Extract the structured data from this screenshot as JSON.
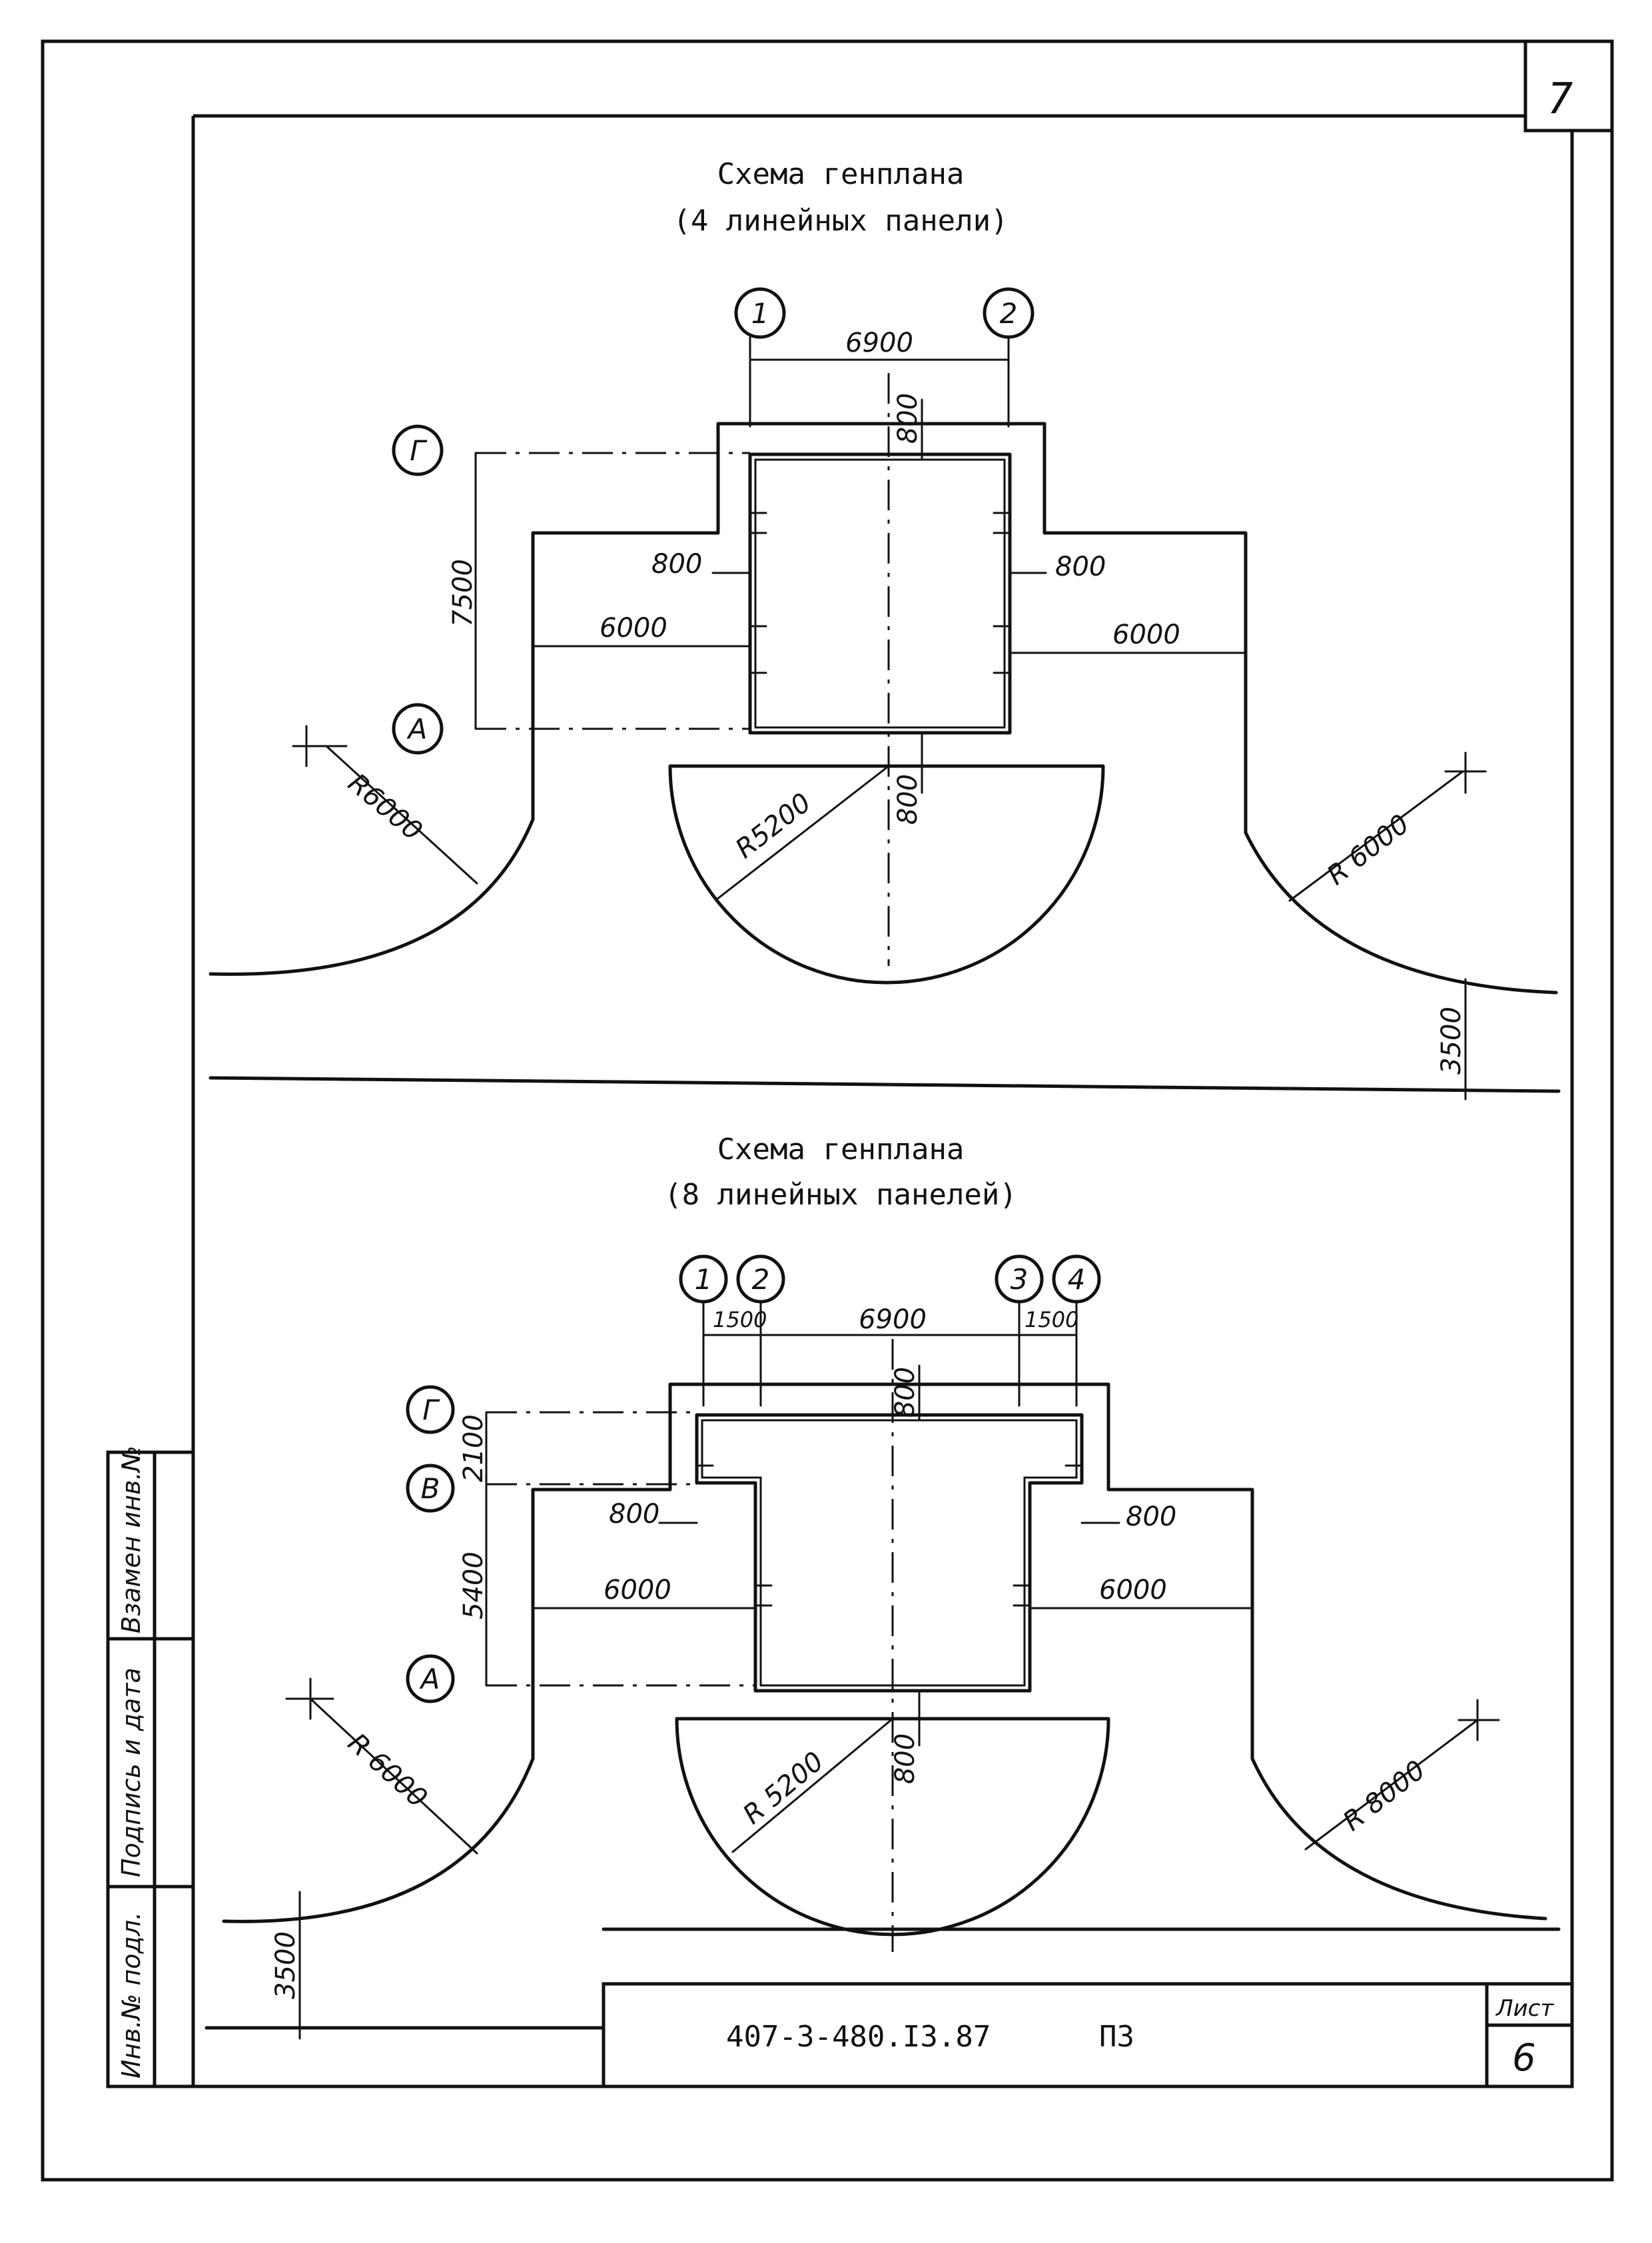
{
  "page_number": "7",
  "plan1": {
    "title_line1": "Схема генплана",
    "title_line2": "(4 линейных панели)",
    "axes": [
      "1",
      "2",
      "Г",
      "А"
    ],
    "dims": {
      "span": "6900",
      "top_offset": "800",
      "left_step": "800",
      "right_step": "800",
      "depth": "7500",
      "left_wing": "6000",
      "right_wing": "6000",
      "bottom_offset": "800",
      "radius_left": "R6000",
      "radius_center": "R5200",
      "radius_right": "R 6000",
      "road": "3500"
    }
  },
  "plan2": {
    "title_line1": "Схема генплана",
    "title_line2": "(8 линейных панелей)",
    "axes": [
      "1",
      "2",
      "3",
      "4",
      "Г",
      "В",
      "А"
    ],
    "dims": {
      "left_bay": "1500",
      "span": "6900",
      "right_bay": "1500",
      "top_offset": "800",
      "upper_depth": "2100",
      "depth": "5400",
      "left_step": "800",
      "right_step": "800",
      "left_wing": "6000",
      "right_wing": "6000",
      "bottom_offset": "800",
      "radius_left": "R 6000",
      "radius_center": "R 5200",
      "radius_right": "R 8000",
      "road": "3500"
    }
  },
  "stamp": {
    "code": "407-3-480.I3.87",
    "doc_type": "ПЗ",
    "sheet_label": "Лист",
    "sheet_number": "6"
  },
  "side_labels": {
    "inv_original": "Инв.№ подл.",
    "signature_date": "Подпись и дата",
    "replaced_inv": "Взамен инв.№"
  }
}
